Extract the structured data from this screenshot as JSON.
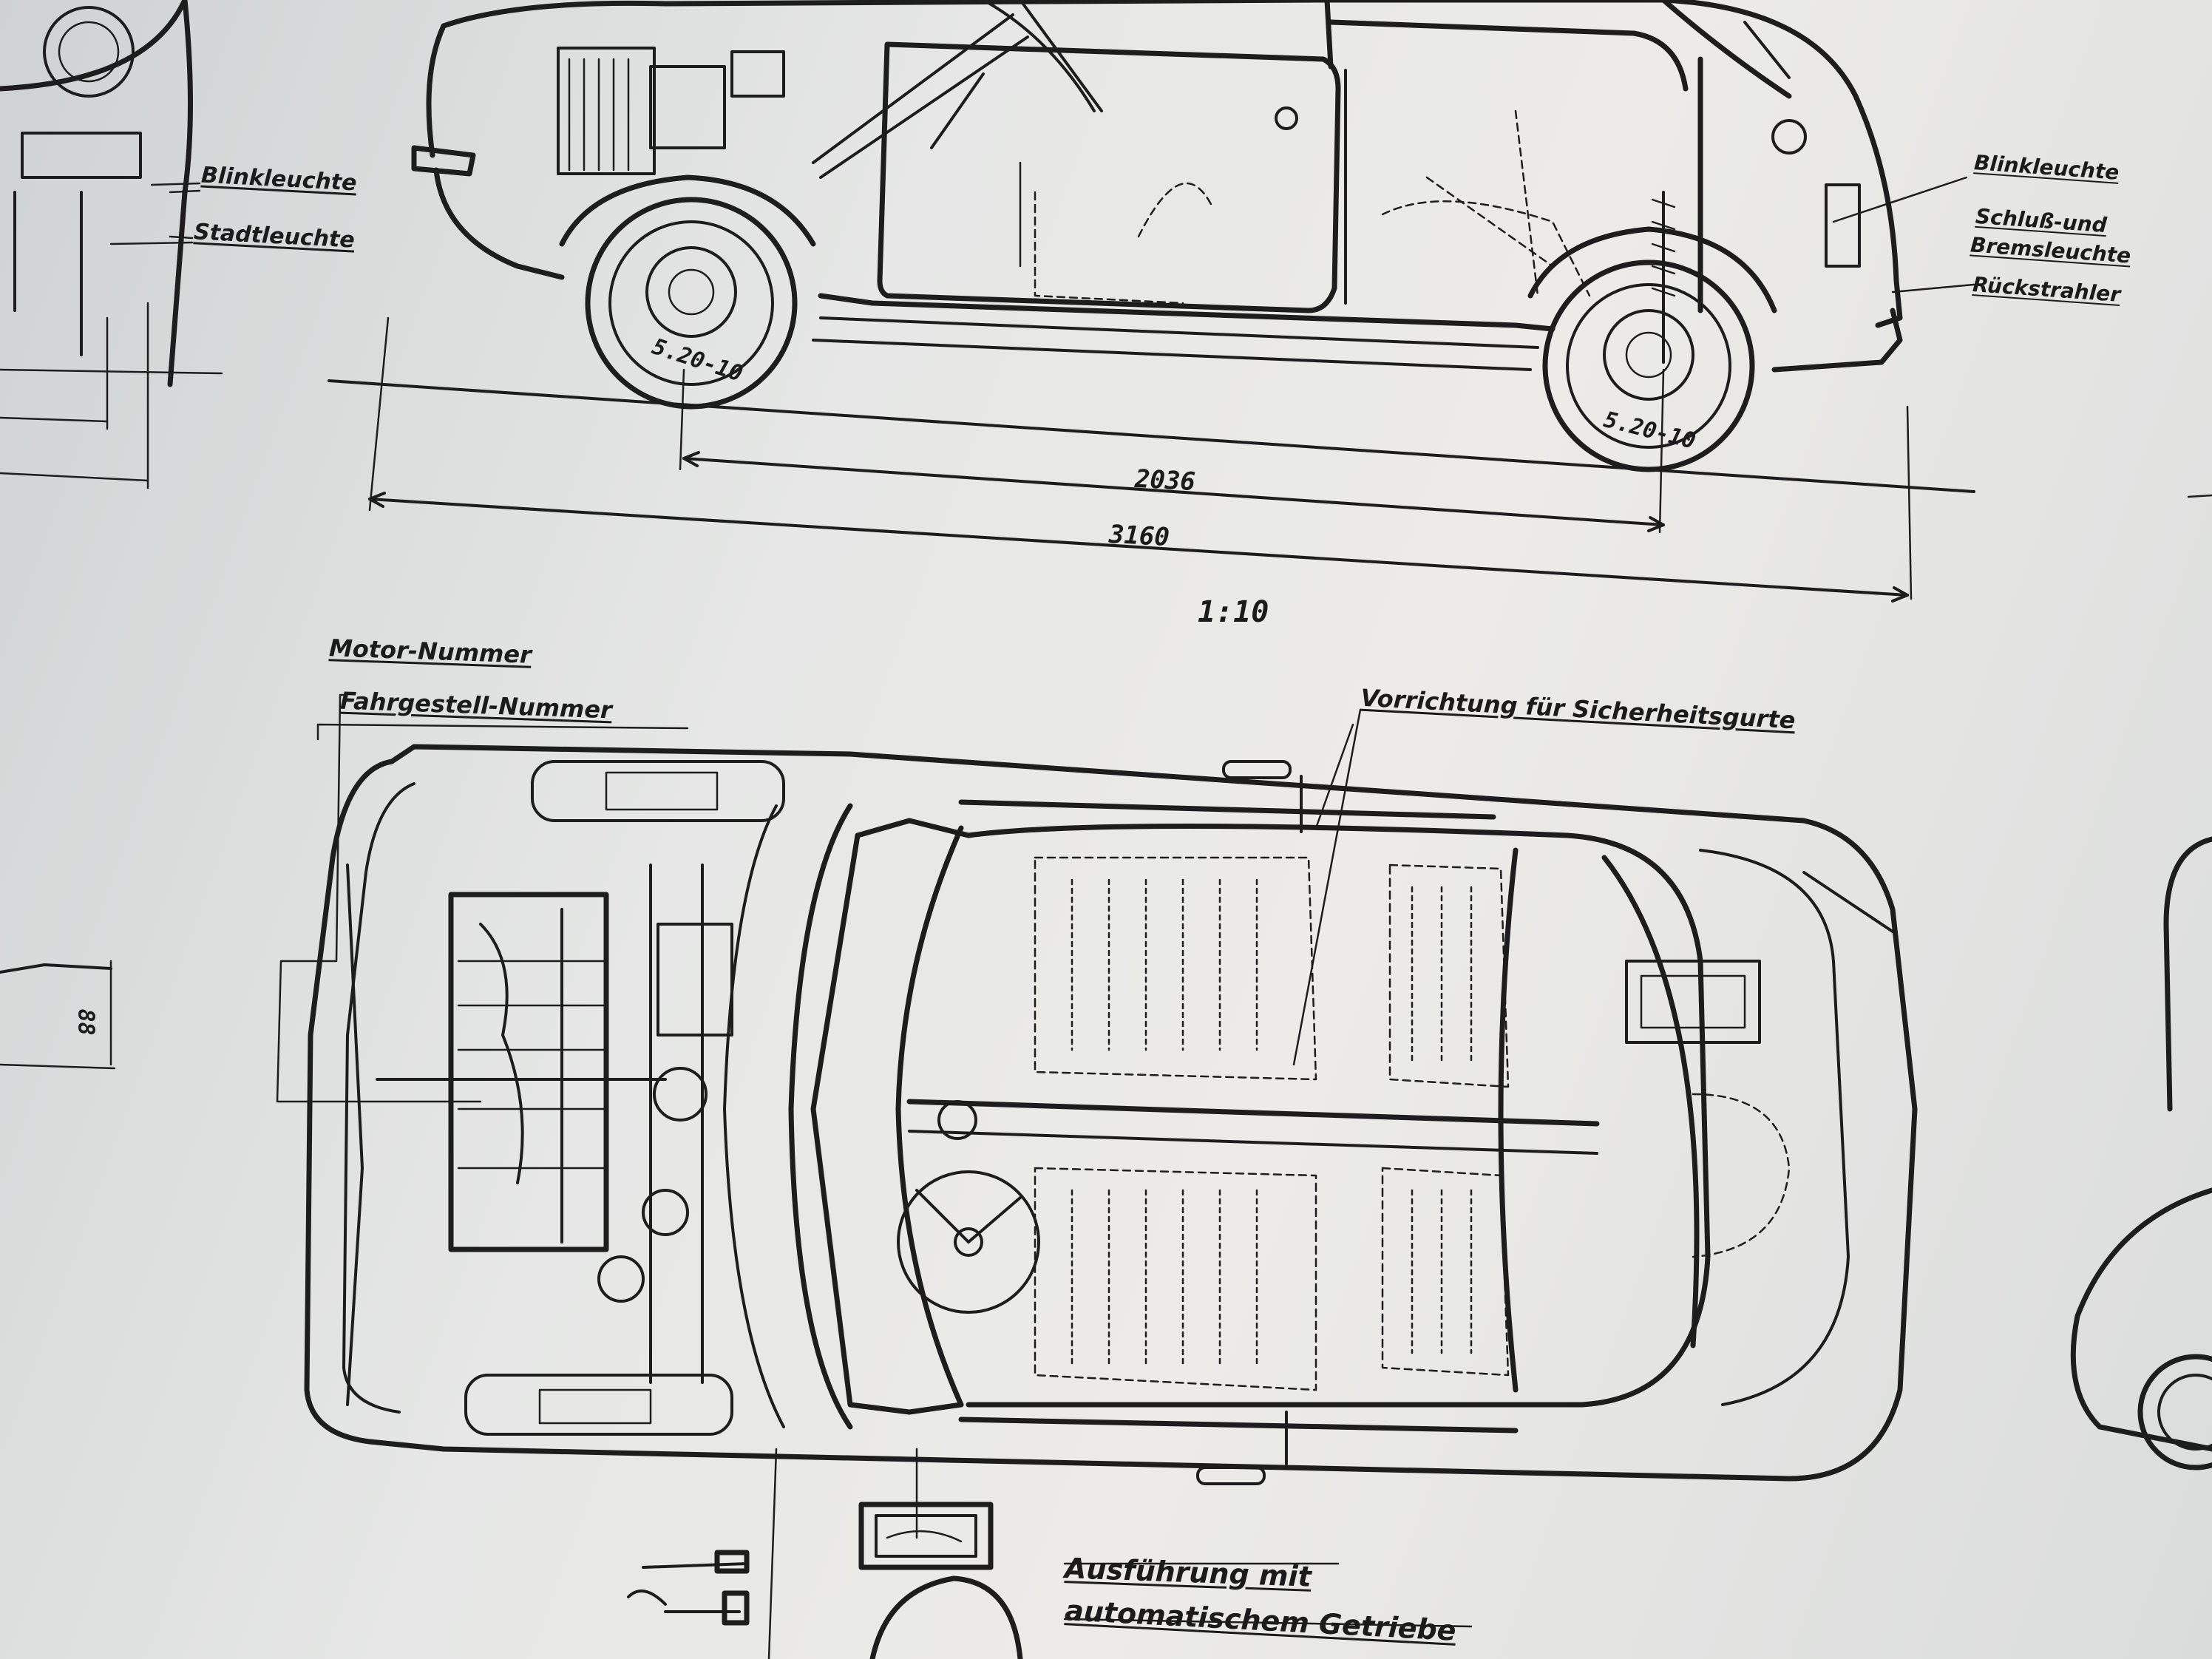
{
  "side_view": {
    "labels": {
      "blinkleuchte_front": "Blinkleuchte",
      "stadtleuchte": "Stadtleuchte",
      "blinkleuchte_rear": "Blinkleuchte",
      "schluss_line1": "Schluß-und",
      "schluss_line2": "Bremsleuchte",
      "rueckstrahler": "Rückstrahler"
    },
    "tire_front": "5.20-10",
    "tire_rear": "5.20-10",
    "dim_wheelbase": "2036",
    "dim_length": "3160"
  },
  "scale": "1:10",
  "top_view": {
    "labels": {
      "motor_nummer": "Motor-Nummer",
      "fahrgestell_nummer": "Fahrgestell-Nummer",
      "sicherheitsgurte": "Vorrichtung für Sicherheitsgurte",
      "ausfuehrung_line1": "Ausführung mit",
      "ausfuehrung_line2": "automatischem Getriebe"
    }
  },
  "left_fragment": {
    "dim_88": "88"
  }
}
